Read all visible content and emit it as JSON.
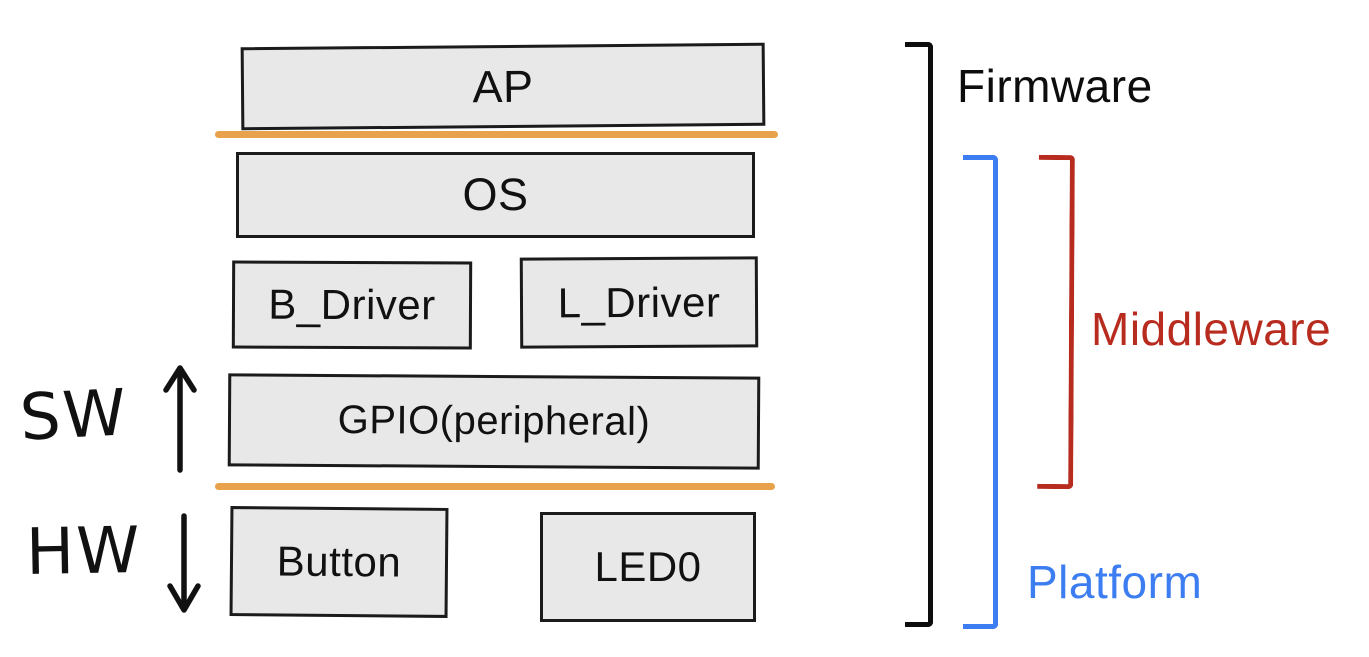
{
  "diagram": {
    "boxes": [
      {
        "id": "ap",
        "label": "AP"
      },
      {
        "id": "os",
        "label": "OS"
      },
      {
        "id": "b_driver",
        "label": "B_Driver"
      },
      {
        "id": "l_driver",
        "label": "L_Driver"
      },
      {
        "id": "gpio",
        "label": "GPIO(peripheral)"
      },
      {
        "id": "button",
        "label": "Button"
      },
      {
        "id": "led0",
        "label": "LED0"
      }
    ],
    "side_labels": {
      "sw": "SW",
      "hw": "HW",
      "sw_arrow_icon": "arrow-up-icon",
      "hw_arrow_icon": "arrow-down-icon"
    },
    "brackets": [
      {
        "id": "firmware",
        "label": "Firmware",
        "color": "#0d0d0d"
      },
      {
        "id": "middleware",
        "label": "Middleware",
        "color": "#b82c20"
      },
      {
        "id": "platform",
        "label": "Platform",
        "color": "#3c7df1"
      }
    ],
    "colors": {
      "divider_orange": "#e8a24b",
      "box_fill": "#e8e8e8",
      "box_border": "#1b1b1b",
      "background": "#ffffff"
    }
  }
}
